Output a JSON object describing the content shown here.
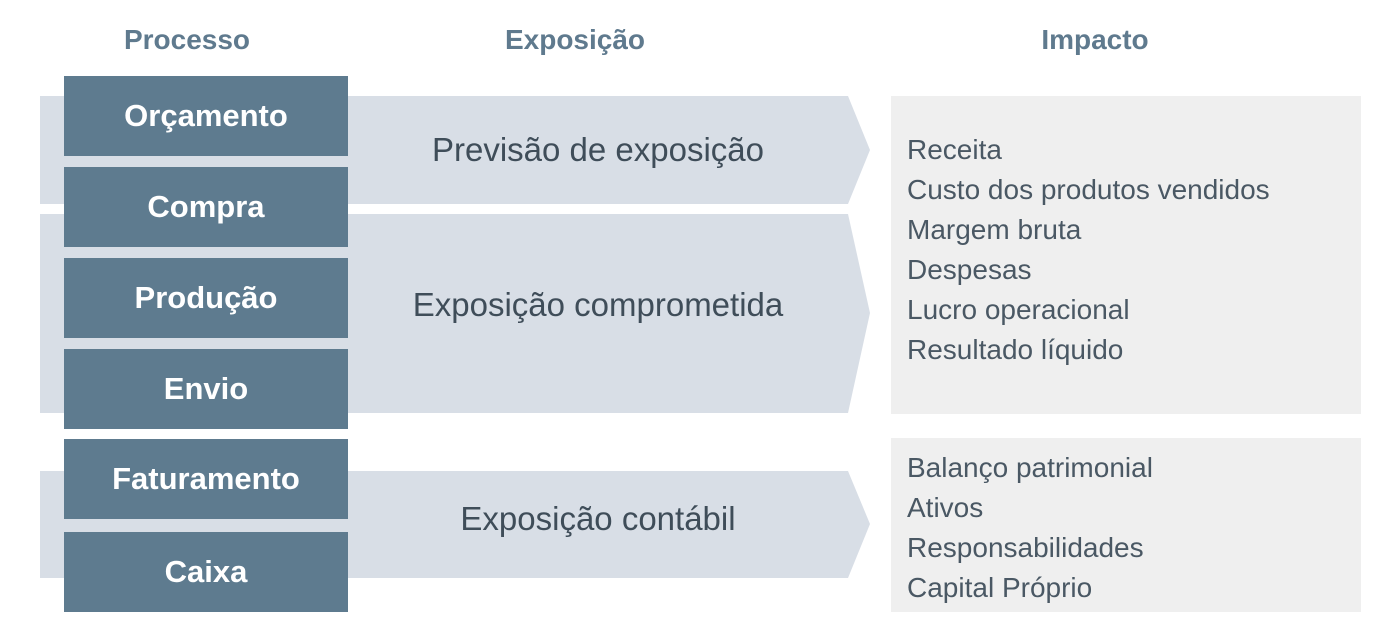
{
  "headers": {
    "processo": "Processo",
    "exposicao": "Exposição",
    "impacto": "Impacto"
  },
  "processes": [
    "Orçamento",
    "Compra",
    "Produção",
    "Envio",
    "Faturamento",
    "Caixa"
  ],
  "exposures": [
    "Previsão de exposição",
    "Exposição comprometida",
    "Exposição contábil"
  ],
  "impacts": [
    {
      "items": [
        "Receita",
        "Custo dos produtos vendidos",
        "Margem bruta",
        "Despesas",
        "Lucro operacional",
        "Resultado líquido"
      ]
    },
    {
      "items": [
        "Balanço patrimonial",
        "Ativos",
        "Responsabilidades",
        "Capital Próprio"
      ]
    }
  ],
  "colors": {
    "header_text": "#5f7a8e",
    "process_box": "#5e7b8f",
    "arrow_fill": "#d8dee6",
    "impact_box": "#efefef",
    "body_text": "#3f4d59"
  }
}
